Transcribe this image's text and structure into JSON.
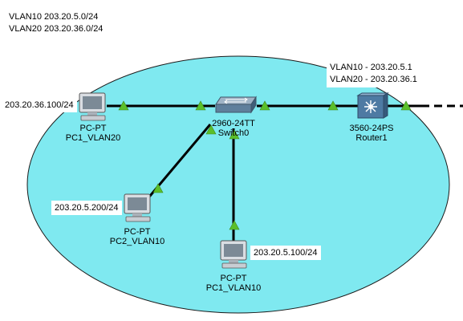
{
  "subnets": {
    "vlan10": "VLAN10 203.20.5.0/24",
    "vlan20": "VLAN20 203.20.36.0/24"
  },
  "router_note": {
    "vlan10": "VLAN10 - 203.20.5.1",
    "vlan20": "VLAN20 - 203.20.36.1"
  },
  "colors": {
    "cloud": "#7fe9f0",
    "link": "#000000",
    "link_up_marker": "#5bbf2a"
  },
  "devices": {
    "pc1_vlan20": {
      "model": "PC-PT",
      "name": "PC1_VLAN20",
      "ip": "203.20.36.100/24",
      "icon": "pc-icon"
    },
    "pc2_vlan10": {
      "model": "PC-PT",
      "name": "PC2_VLAN10",
      "ip": "203.20.5.200/24",
      "icon": "pc-icon"
    },
    "pc1_vlan10": {
      "model": "PC-PT",
      "name": "PC1_VLAN10",
      "ip": "203.20.5.100/24",
      "icon": "pc-icon"
    },
    "switch0": {
      "model": "2960-24TT",
      "name": "Switch0",
      "icon": "switch-icon"
    },
    "router1": {
      "model": "3560-24PS",
      "name": "Router1",
      "icon": "multilayer-switch-icon"
    }
  }
}
